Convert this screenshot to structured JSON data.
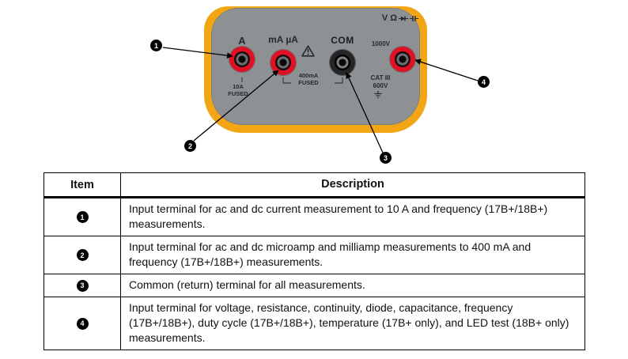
{
  "illustration": {
    "labels": {
      "a": "A",
      "ma_ua": "mA µA",
      "com": "COM",
      "v_ohm": "V Ω",
      "max_voltage": "1000V",
      "fuse_400_l1": "400mA",
      "fuse_400_l2": "FUSED",
      "fuse_10_l1": "10A",
      "fuse_10_l2": "FUSED",
      "cat_l1": "CAT III",
      "cat_l2": "600V"
    },
    "callouts": [
      "1",
      "2",
      "3",
      "4"
    ],
    "colors": {
      "case_yellow": "#F2A616",
      "panel_gray": "#8E9194",
      "jack_red": "#E01125",
      "jack_black": "#242527"
    }
  },
  "table": {
    "headers": {
      "item": "Item",
      "description": "Description"
    },
    "rows": [
      {
        "item": "1",
        "description": "Input terminal for ac and dc current measurement to 10 A and frequency (17B+/18B+) measurements."
      },
      {
        "item": "2",
        "description": "Input terminal for ac and dc microamp and milliamp measurements to 400 mA and frequency (17B+/18B+) measurements."
      },
      {
        "item": "3",
        "description": "Common (return) terminal for all measurements."
      },
      {
        "item": "4",
        "description": "Input terminal for voltage, resistance, continuity, diode, capacitance, frequency (17B+/18B+), duty cycle (17B+/18B+), temperature (17B+ only), and LED test (18B+ only) measurements."
      }
    ]
  }
}
